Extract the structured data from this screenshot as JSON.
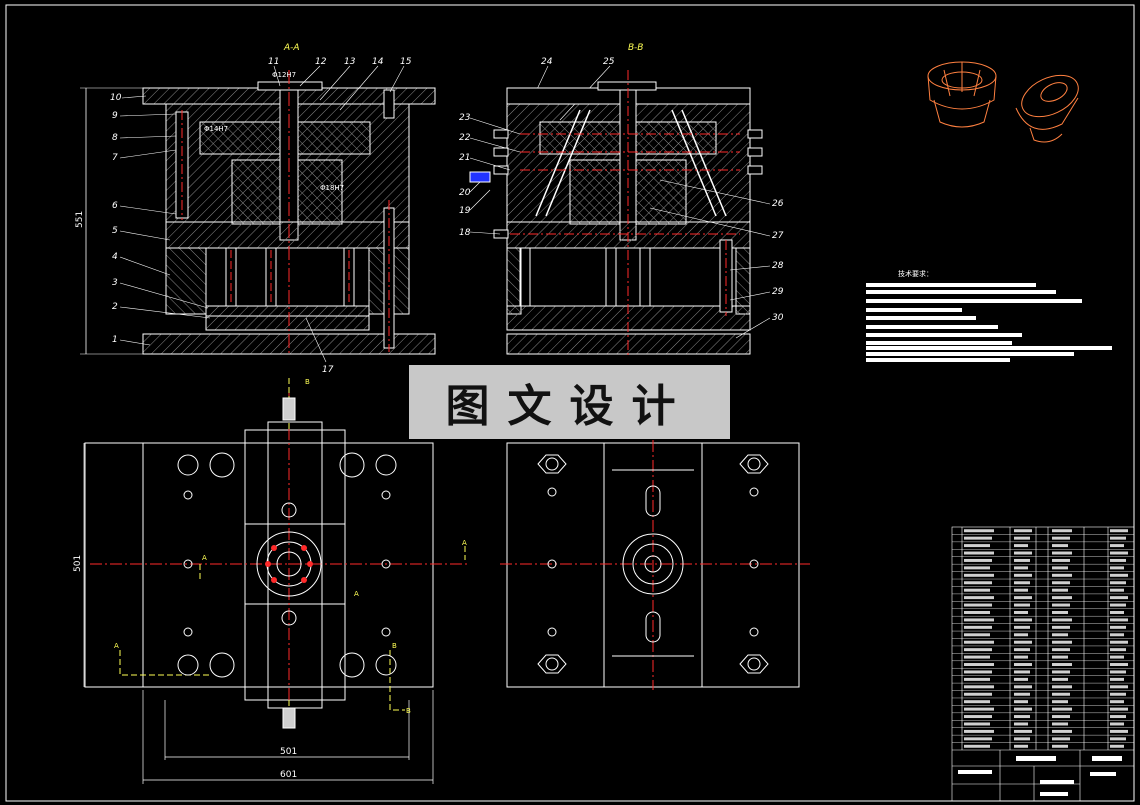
{
  "views": {
    "aa_label": "A-A",
    "bb_label": "B-B",
    "section_a": "A",
    "section_b": "B"
  },
  "dimensions": {
    "height_aa": "551",
    "height_plan": "501",
    "width_inner": "501",
    "width_outer": "601",
    "dia_12": "Φ12H7",
    "dia_14": "Φ14H7",
    "dia_18": "Φ18H7"
  },
  "part_numbers_left": [
    "1",
    "2",
    "3",
    "4",
    "5",
    "6",
    "7",
    "8",
    "9",
    "10"
  ],
  "part_numbers_top": [
    "11",
    "12",
    "13",
    "14",
    "15",
    "24",
    "25"
  ],
  "part_numbers_bb_left": [
    "18",
    "19",
    "20",
    "21",
    "22",
    "23"
  ],
  "part_numbers_right": [
    "26",
    "27",
    "28",
    "29",
    "30"
  ],
  "part_number_17": "17",
  "tech_title": "技术要求：",
  "banner_text": "图文设计",
  "colors": {
    "background": "#000000",
    "outline": "#ffffff",
    "centerline": "#ff2a2a",
    "dimension": "#ffff00",
    "hatch": "#8a8a8a",
    "product": "#ff8040",
    "label": "#ffff55"
  }
}
